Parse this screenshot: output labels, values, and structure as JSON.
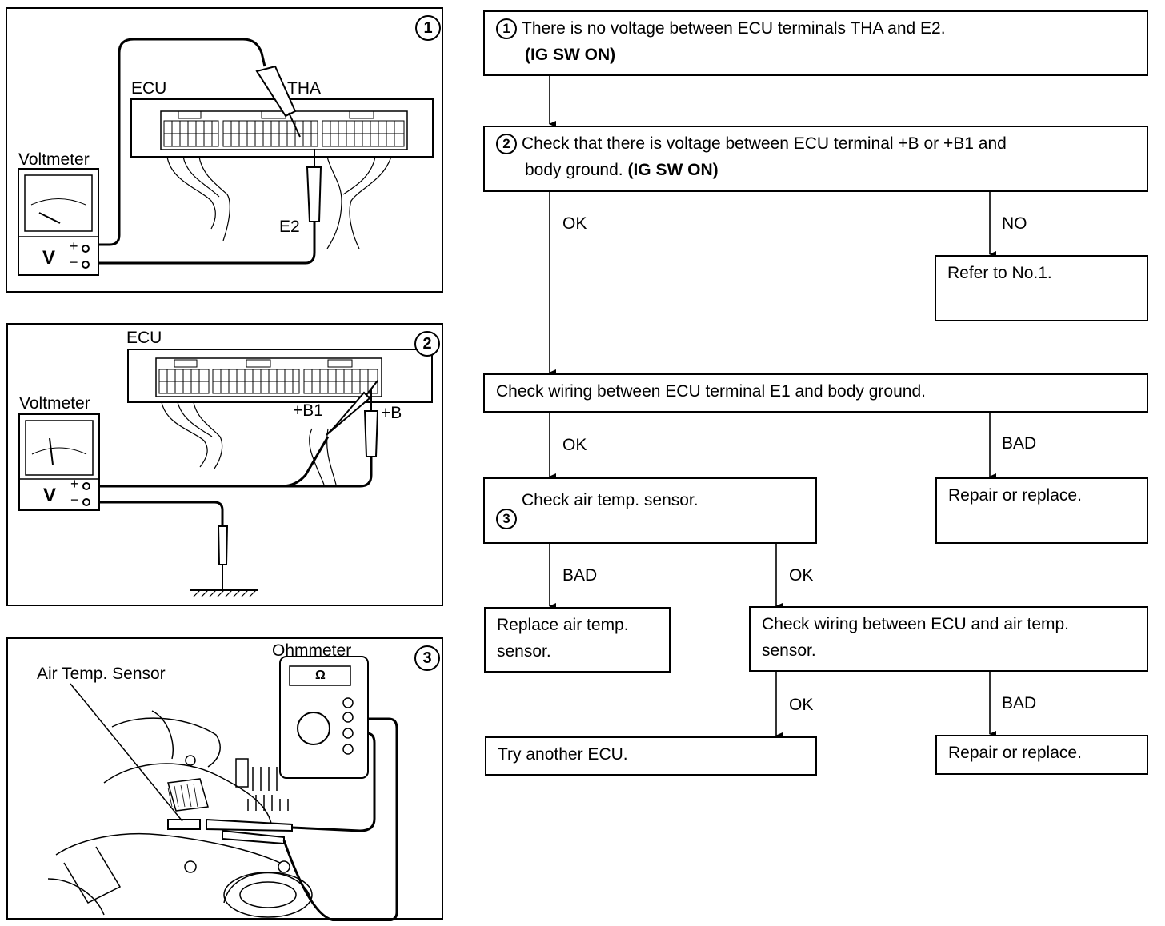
{
  "panels": {
    "p1": {
      "number": "1",
      "labels": {
        "ecu": "ECU",
        "tha": "THA",
        "e2": "E2",
        "voltmeter": "Voltmeter",
        "v": "V",
        "plus": "+",
        "minus": "−"
      }
    },
    "p2": {
      "number": "2",
      "labels": {
        "ecu": "ECU",
        "voltmeter": "Voltmeter",
        "v": "V",
        "b1": "+B1",
        "b": "+B",
        "plus": "+",
        "minus": "−"
      }
    },
    "p3": {
      "number": "3",
      "labels": {
        "sensor": "Air Temp. Sensor",
        "ohmmeter": "Ohmmeter",
        "omega": "Ω"
      }
    }
  },
  "flowchart": {
    "step1": {
      "number": "1",
      "line1": "There is no voltage between ECU terminals THA and E2.",
      "line2": "(IG SW ON)"
    },
    "step2": {
      "number": "2",
      "line1": "Check that there is voltage between ECU terminal +B or +B1 and",
      "line2": "body ground.",
      "line2_bold": "(IG SW ON)"
    },
    "refer": "Refer to No.1.",
    "check_e1": "Check wiring between ECU terminal E1 and body ground.",
    "step3": {
      "number": "3",
      "text": "Check air temp. sensor."
    },
    "repair1": "Repair or replace.",
    "replace_sensor": {
      "line1": "Replace air temp.",
      "line2": "sensor."
    },
    "check_wiring": {
      "line1": "Check wiring between ECU and air temp.",
      "line2": "sensor."
    },
    "try_ecu": "Try another ECU.",
    "repair2": "Repair or replace.",
    "edges": {
      "ok1": "OK",
      "no1": "NO",
      "ok2": "OK",
      "bad1": "BAD",
      "bad2": "BAD",
      "ok3": "OK",
      "ok4": "OK",
      "bad3": "BAD"
    }
  }
}
